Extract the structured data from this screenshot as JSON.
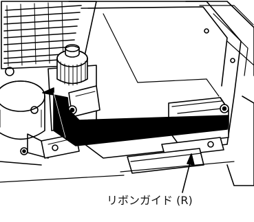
{
  "diagram": {
    "callout_label": "リボンガイド (R)",
    "callout_target": "ribbon-guide-r",
    "style": "black-and-white line illustration"
  }
}
